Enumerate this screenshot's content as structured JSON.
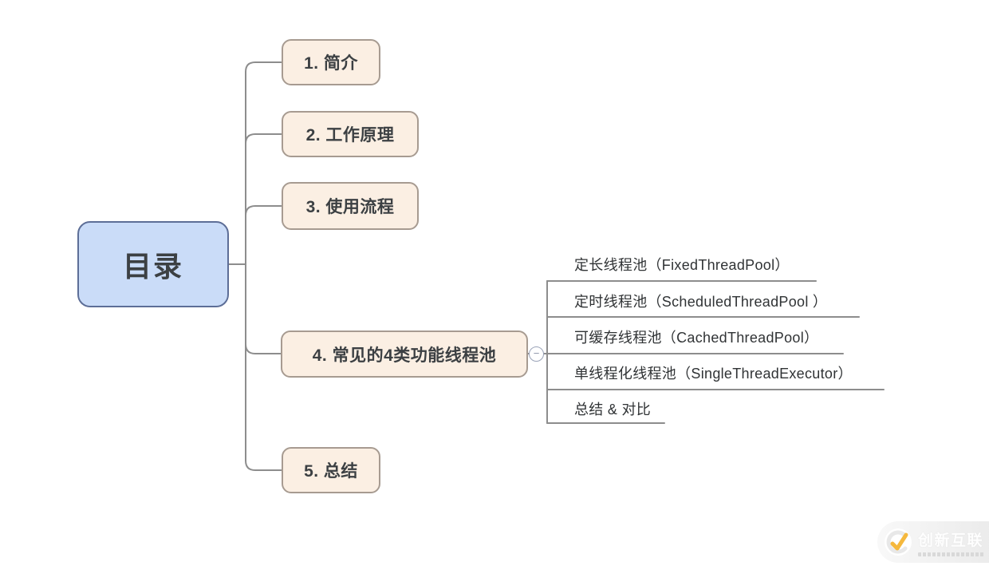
{
  "root": {
    "label": "目录"
  },
  "branches": [
    {
      "label": "1. 简介"
    },
    {
      "label": "2. 工作原理"
    },
    {
      "label": "3. 使用流程"
    },
    {
      "label": "4. 常见的4类功能线程池",
      "children": [
        "定长线程池（FixedThreadPool）",
        "定时线程池（ScheduledThreadPool ）",
        "可缓存线程池（CachedThreadPool）",
        "单线程化线程池（SingleThreadExecutor）",
        "总结 & 对比"
      ]
    },
    {
      "label": "5. 总结"
    }
  ],
  "collapse_button": {
    "symbol": "−"
  },
  "watermark": {
    "brand": "创新互联"
  },
  "colors": {
    "root_fill": "#CADCF8",
    "root_border": "#5D6E97",
    "branch_fill": "#FBEFE3",
    "branch_border": "#A79B91",
    "connector_line": "#8D8D8D",
    "node_text": "#3C4043",
    "subbranch_text": "#303335",
    "watermark_accent": "#F5B83D"
  }
}
